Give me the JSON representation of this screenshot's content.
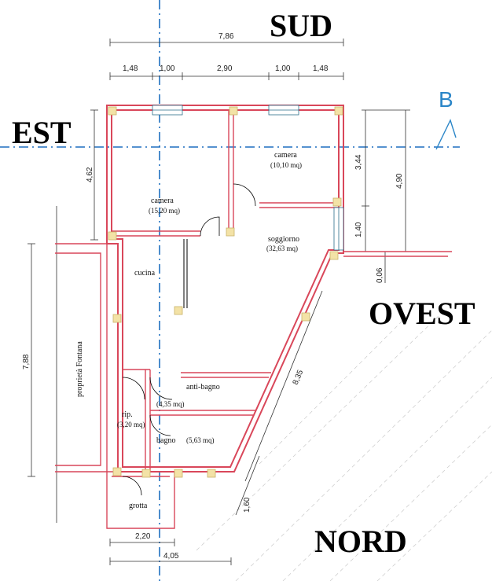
{
  "cardinals": {
    "south": "SUD",
    "east": "EST",
    "west": "OVEST",
    "north": "NORD"
  },
  "section_label": "B",
  "dimensions": {
    "top_total": "7,86",
    "top_parts": [
      "1,48",
      "1,00",
      "2,90",
      "1,00",
      "1,48"
    ],
    "right_upper": "3,44",
    "right_total": "4,90",
    "right_lower": "1,40",
    "right_small": "0,06",
    "left_upper": "4,62",
    "left_total": "7,88",
    "diagonal": "8,35",
    "bottom_right": "1,60",
    "bottom_inner": "2,20",
    "bottom_total": "4,05"
  },
  "rooms": {
    "camera_left": {
      "name": "camera",
      "area": "(15,20 mq)"
    },
    "camera_right": {
      "name": "camera",
      "area": "(10,10 mq)"
    },
    "soggiorno": {
      "name": "soggiorno",
      "area": "(32,63 mq)"
    },
    "cucina": {
      "name": "cucina"
    },
    "anti_bagno": {
      "name": "anti-bagno",
      "area": "(4,35 mq)"
    },
    "rip": {
      "name": "rip.",
      "area": "(3,20 mq)"
    },
    "bagno": {
      "name": "bagno",
      "area": "(5,63 mq)"
    },
    "grotta": {
      "name": "grotta"
    },
    "fontana": {
      "name": "proprietà Fontana"
    }
  },
  "colors": {
    "wall": "#d9475a",
    "section_line": "#1f6fc0",
    "column": "#f3e2a6"
  }
}
